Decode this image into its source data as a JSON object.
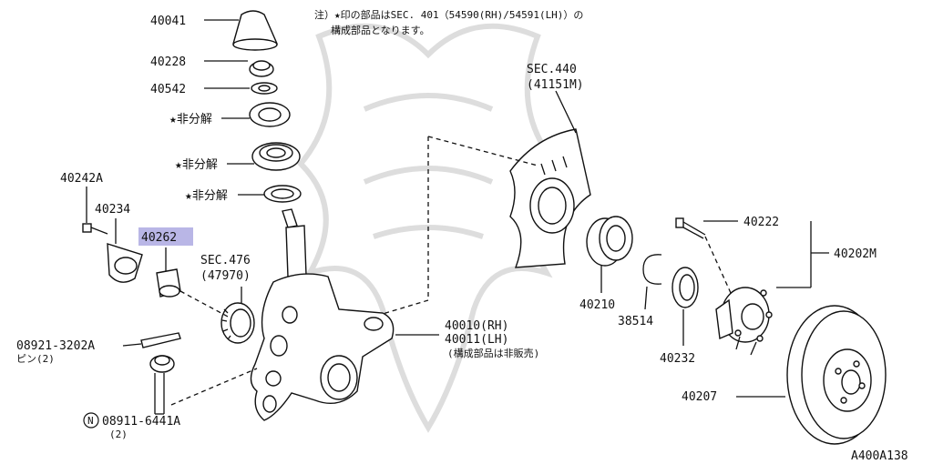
{
  "note": {
    "line1": "注）★印の部品はSEC. 401（54590(RH)/54591(LH)）の",
    "line2": "構成部品となります。"
  },
  "labels": {
    "p40041": "40041",
    "p40228": "40228",
    "p40542": "40542",
    "star1": "★非分解",
    "star2": "★非分解",
    "star3": "★非分解",
    "p40242a": "40242A",
    "p40234": "40234",
    "p40262": "40262",
    "sec476": "SEC.476",
    "sec476_sub": "(47970)",
    "pin_part": "08921-3202A",
    "pin_note": "ピン(2)",
    "nut_mark": "N",
    "nut_part": "08911-6441A",
    "nut_qty": "(2)",
    "sec440": "SEC.440",
    "sec440_sub": "(41151M)",
    "p40210": "40210",
    "p38514": "38514",
    "p40232": "40232",
    "p40222": "40222",
    "p40202m": "40202M",
    "p40010": "40010(RH)",
    "p40011": "40011(LH)",
    "p40011_note": "(構成部品は非販売)",
    "p40207": "40207",
    "diagram_id": "A400A138"
  },
  "colors": {
    "highlight": "#b9b6e6",
    "ink": "#111111",
    "watermark": "#dddddd"
  }
}
